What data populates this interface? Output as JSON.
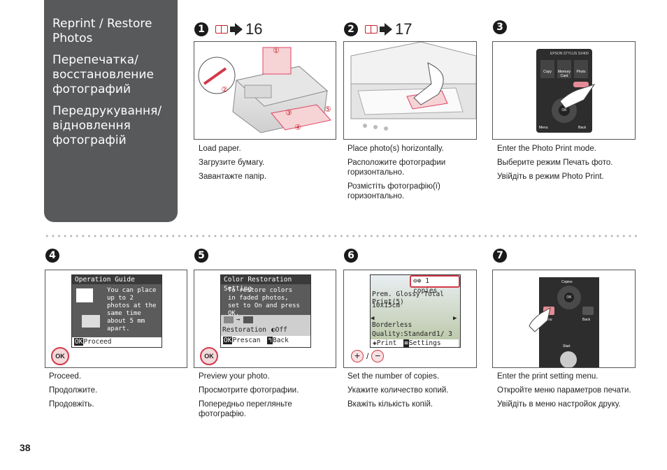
{
  "title": {
    "en": "Reprint / Restore Photos",
    "ru": "Перепечатка/ восстановление фотографий",
    "uk": "Передрукування/ відновлення фотографій"
  },
  "steps": [
    {
      "num": "1",
      "ref": "16",
      "captions": [
        "Load paper.",
        "Загрузите бумагу.",
        "Завантажте папір."
      ]
    },
    {
      "num": "2",
      "ref": "17",
      "captions": [
        "Place photo(s) horizontally.",
        "Расположите фотографии горизонтально.",
        "Розмістіть фотографію(ї) горизонтально."
      ]
    },
    {
      "num": "3",
      "captions": [
        "Enter the Photo Print mode.",
        "Выберите режим Печать фото.",
        "Увійдіть в режим Photo Print."
      ]
    },
    {
      "num": "4",
      "captions": [
        "Proceed.",
        "Продолжите.",
        "Продовжіть."
      ]
    },
    {
      "num": "5",
      "captions": [
        "Preview your photo.",
        "Просмотрите фотографии.",
        "Попередньо перегляньте фотографію."
      ]
    },
    {
      "num": "6",
      "captions": [
        "Set the number of copies.",
        "Укажите количество копий.",
        "Вкажіть кількість копій."
      ]
    },
    {
      "num": "7",
      "captions": [
        "Enter the print setting menu.",
        "Откройте меню параметров печати.",
        "Увійдіть в меню настройок друку."
      ]
    }
  ],
  "step1_labels": [
    "①",
    "②",
    "③",
    "④",
    "⑤"
  ],
  "step3_panel": {
    "brand": "EPSON STYLUS SX400",
    "copy": "Copy",
    "memory": "Memory Card",
    "photo": "Photo",
    "menu": "Menu",
    "back": "Back"
  },
  "step4_screen": {
    "title": "Operation Guide",
    "text": "You can place up to 2 photos at the same time about 5 mm apart.",
    "ok_key": "OK",
    "proceed": "Proceed"
  },
  "step5_screen": {
    "title": "Color Restoration Setting",
    "text": "To restore colors in faded photos, set to On and press OK.",
    "restoration": "Restoration",
    "off": "Off",
    "ok_key": "OK",
    "prescan": "Prescan",
    "back": "Back"
  },
  "step6_screen": {
    "copies": "1 copies",
    "paper": "Prem. Glossy Total Print(5)",
    "size": "10x15cm",
    "layout": "Borderless",
    "quality": "Quality:Standard",
    "count": "1/ 3",
    "print": "Print",
    "settings": "Settings",
    "slash": "/"
  },
  "step7_panel": {
    "copies": "Copies",
    "menu": "Menu",
    "back": "Back",
    "start": "Start"
  },
  "buttons": {
    "ok": "OK",
    "plus": "+",
    "minus": "−"
  },
  "page_number": "38",
  "colors": {
    "accent_red": "#c8202b",
    "title_bg": "#58595b"
  }
}
